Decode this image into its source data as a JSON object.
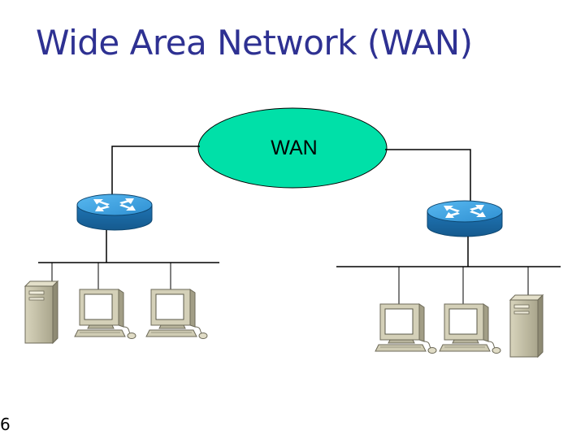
{
  "slide": {
    "title": "Wide Area Network (WAN)",
    "page_number": "6"
  },
  "diagram": {
    "wan_cloud_label": "WAN",
    "colors": {
      "title": "#2e3192",
      "wan_fill": "#00e0a8",
      "router_fill": "#2e8fd0",
      "router_top": "#3aa0e0",
      "computer_body": "#c8c4a8",
      "line": "#000000"
    },
    "left_lan": {
      "devices": [
        "server-tower",
        "workstation",
        "workstation"
      ]
    },
    "right_lan": {
      "devices": [
        "workstation",
        "workstation",
        "server-tower"
      ]
    }
  }
}
